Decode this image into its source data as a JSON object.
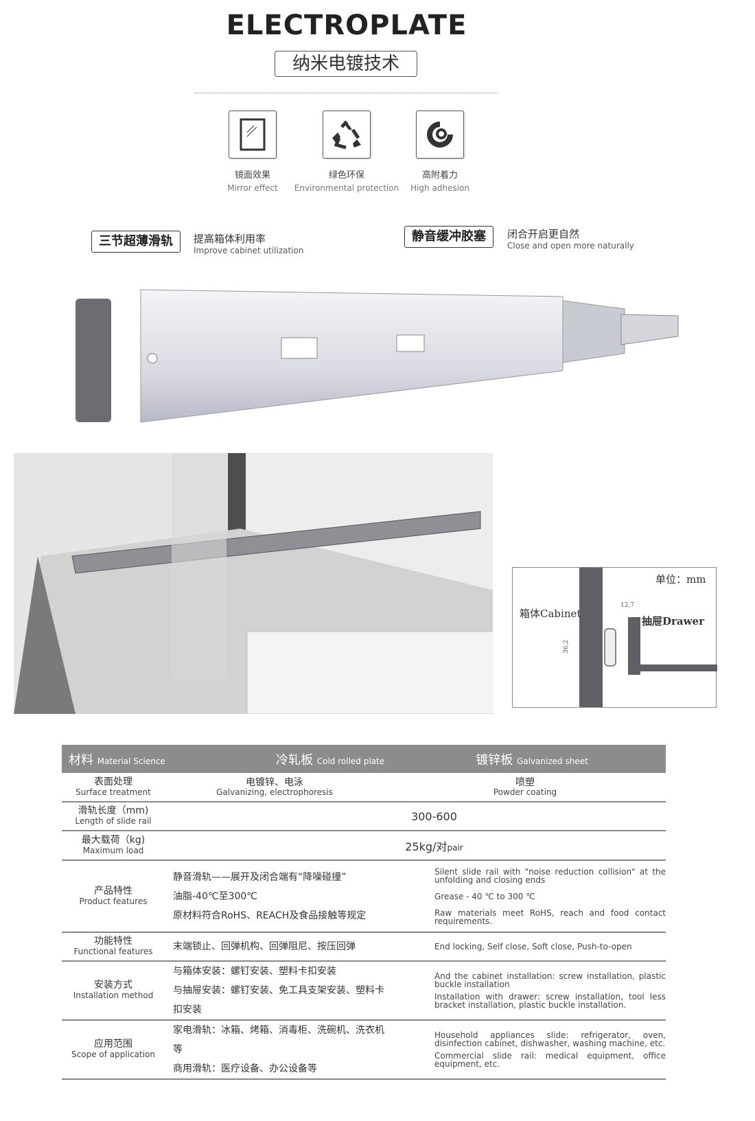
{
  "header": {
    "title": "ELECTROPLATE",
    "subtitle": "纳米电镀技术"
  },
  "features_icons": [
    {
      "icon": "mirror-icon",
      "cn": "镜面效果",
      "en": "Mirror effect"
    },
    {
      "icon": "recycle-icon",
      "cn": "绿色环保",
      "en": "Environmental protection"
    },
    {
      "icon": "adhesion-icon",
      "cn": "高附着力",
      "en": "High adhesion"
    }
  ],
  "badges": [
    {
      "label": "三节超薄滑轨",
      "cn": "提高箱体利用率",
      "en": "Improve cabinet utilization"
    },
    {
      "label": "静音缓冲胶塞",
      "cn": "闭合开启更自然",
      "en": "Close and open more naturally"
    }
  ],
  "diagram": {
    "unit": "单位：mm",
    "cabinet": "箱体Cabinet",
    "drawer": "抽屉Drawer",
    "dim_gap": "12,7",
    "dim_height": "36,2"
  },
  "table": {
    "header": [
      {
        "cn": "材料",
        "en": "Material Science"
      },
      {
        "cn": "冷轧板",
        "en": "Cold rolled plate"
      },
      {
        "cn": "镀锌板",
        "en": "Galvanized sheet"
      }
    ],
    "surface": {
      "cn": "表面处理",
      "en": "Surface treatment",
      "v1cn": "电镀锌、电泳",
      "v1en": "Galvanizing, electrophoresis",
      "v2cn": "喷塑",
      "v2en": "Powder coating"
    },
    "length": {
      "cn": "滑轨长度（mm)",
      "en": "Length of slide rail",
      "value": "300-600"
    },
    "load": {
      "cn": "最大载荷（kg)",
      "en": "Maximum load",
      "value": "25kg/对",
      "unit": "pair"
    },
    "product": {
      "cn": "产品特性",
      "en": "Product features",
      "items": [
        {
          "cn": "静音滑轨——展开及闭合端有“降噪碰撞”",
          "en": "Silent slide rail with \"noise reduction collision\" at the unfolding and closing ends"
        },
        {
          "cn": "油脂-40℃至300℃",
          "en": "Grease - 40 ℃ to 300 ℃"
        },
        {
          "cn": "原材料符合RoHS、REACH及食品接触等规定",
          "en": "Raw materials meet RoHS, reach and food contact requirements."
        }
      ]
    },
    "function": {
      "cn": "功能特性",
      "en": "Functional features",
      "items": [
        {
          "cn": "末端锁止、回弹机构、回弹阻尼、按压回弹",
          "en": "End locking, Self close, Soft close, Push-to-open"
        }
      ]
    },
    "install": {
      "cn": "安装方式",
      "en": "Installation method",
      "items": [
        {
          "cn": "与箱体安装：螺钉安装、塑料卡扣安装",
          "en": "And the cabinet installation: screw installation, plastic buckle installation"
        },
        {
          "cn": "与抽屉安装：螺钉安装、免工具支架安装、塑料卡扣安装",
          "en": "Installation with drawer: screw installation, tool less bracket installation, plastic buckle installation."
        }
      ]
    },
    "scope": {
      "cn": "应用范围",
      "en": "Scope of application",
      "items": [
        {
          "cn": "家电滑轨：冰箱、烤箱、消毒柜、洗碗机、洗衣机等",
          "en": "Household appliances slide: refrigerator, oven, disinfection cabinet, dishwasher, washing machine, etc."
        },
        {
          "cn": "商用滑轨：医疗设备、办公设备等",
          "en": "Commercial slide rail: medical equipment, office equipment, etc."
        }
      ]
    }
  }
}
